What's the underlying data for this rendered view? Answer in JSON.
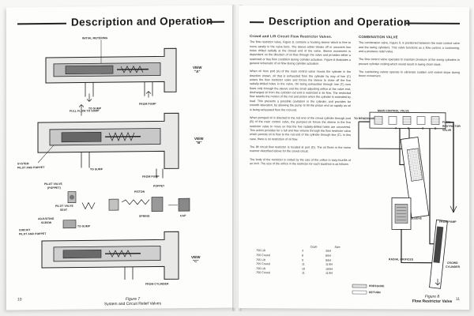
{
  "left_page": {
    "header_title": "Description and Operation",
    "page_number": "10",
    "figure": {
      "caption_num": "Figure 7",
      "caption_title": "System and Circuit Relief Valves"
    },
    "labels": {
      "initial_metering": "INITIAL METERING",
      "to_sump_1": "TO SUMP",
      "from_pump_1": "FROM PUMP",
      "full_flow_to_sump": "FULL FLOW TO SUMP",
      "to_sump_2": "TO SUMP",
      "system_pilot": "SYSTEM",
      "pilot_poppet": "PILOT AND POPPET",
      "from_pump_2": "FROM PUMP",
      "pilot_valve_poppet": "PILOT VALVE",
      "poppet_paren": "(POPPET)",
      "piston": "PISTON",
      "poppet": "POPPET",
      "pilot_valve_seat": "PILOT VALVE",
      "seat": "SEAT",
      "adjusting": "ADJUSTING",
      "screw": "SCREW",
      "circuit": "CIRCUIT",
      "circuit_pilot": "PILOT AND POPPET",
      "spring": "SPRING",
      "cap": "CAP",
      "to_sump_3": "TO SUMP",
      "from_cylinder": "FROM CYLINDER"
    },
    "views": [
      {
        "word": "VIEW",
        "letter": "\"A\""
      },
      {
        "word": "VIEW",
        "letter": "\"B\""
      },
      {
        "word": "VIEW",
        "letter": "\"C\""
      }
    ]
  },
  "right_page": {
    "header_title": "Description and Operation",
    "page_number": "11",
    "col1": {
      "heading": "Crowd and Lift Circuit Flow Restrictor Valves.",
      "p1": "The flow restrictor valve, Figure 8, contains a housing sleeve which is free to move axially in the valve bore. The sleeve either blocks off or uncovers two holes drilled radially at the closed end of the valve. Sleeve movement is dependent on the direction of oil flow through the valve and provides either a restricted or free flow condition during cylinder actuation. Figure 8 illustrates a general schematic of oil flow during cylinder actuation.",
      "p2": "When oil from port (A) of the main control valve moves the cylinder in the direction shown, oil that is exhausted from the cylinder by way of line (C) enters the flow restrictor valve and forces the sleeve to close off the five radially-drilled holes in the valve. Oil being exhausted through line (C) now flows only through the sleeve and the small adjusting orifice at the valve end, discharged oil from the cylinder rod end is restricted in its flow. The restricted flow retards the motion of the rod and piston when the cylinder is extended by load. This prevents a possible cavitation in the cylinder, and provides for smooth operation, by allowing the pump to fill the piston end as rapidly as oil is being exhausted from the rod end.",
      "p3": "When pumped oil is directed to the rod end of the crowd cylinder through port (B) of the main control valve, the pumped oil forces the sleeve in the five restrictor valve to move so that the five radially-drilled holes are uncovered. This action provides for a full and free volume through the flow restrictor valve which permits oil to flow to the rod end of the cylinder through line (C). In this case, there is no restriction of oil flow.",
      "p4": "The lift circuit flow restrictor is located at port (D). The oil flows in the same manner described above for the crowd circuit.",
      "p5": "The body of the restrictor is coded by the size of the orifice in sixty-fourths of an inch. The size of the orifice in the restrictor for each backhoe is as follows:",
      "table_headers": [
        "",
        "Code",
        "Size"
      ],
      "table_rows": [
        [
          "750 Lift",
          "3",
          "3/64"
        ],
        [
          "750 Crowd",
          "8",
          "8/64"
        ],
        [
          "755 Lift",
          "9",
          "9/64"
        ],
        [
          "755 Crowd",
          "11",
          "11/64"
        ],
        [
          "756 Lift",
          "10",
          "10/64"
        ],
        [
          "756 Crowd",
          "11",
          "11/64"
        ]
      ]
    },
    "col2": {
      "heading": "COMBINATION VALVE",
      "p1": "The combination valve, Figure 9, is positioned between the main control valve and the swing cylinders. This valve functions as a flow control, a cushioning, and a pressure relief valve.",
      "p2": "The flow control valve operates to maintain pressure at the swing cylinders to prevent cylinder voiding which would result in swing chain slack.",
      "p3": "The cushioning valves operate to eliminate sudden and violent stops during boom movement."
    },
    "figure": {
      "caption_num": "Figure 8",
      "caption_title": "Flow Restrictor Valve"
    },
    "labels": {
      "main_control_valve": "MAIN CONTROL VALVE",
      "to_reservoir": "TO RESERVOIR",
      "flow_restrictor": "FLOW",
      "restrictor": "RESTRICTOR",
      "valve": "VALVE",
      "a": "A",
      "b": "B",
      "c": "C",
      "d": "D",
      "from_pump": "FROM PUMP",
      "sleeve": "SLEEVE",
      "radial_orifices": "RADIAL ORIFICES",
      "crowd": "CROWD",
      "cylinder": "CYLINDER",
      "pressure": "PRESSURE",
      "return": "RETURN"
    }
  },
  "colors": {
    "header_rule": "#222222",
    "pressure_stipple": "#555555",
    "return_blank": "#ffffff"
  }
}
